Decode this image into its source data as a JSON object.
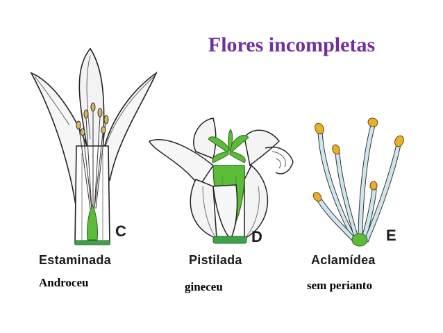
{
  "title": "Flores incompletas",
  "panels": [
    {
      "letter": "C",
      "caption": "Estaminada",
      "note": "Androceu"
    },
    {
      "letter": "D",
      "caption": "Pistilada",
      "note": "gineceu"
    },
    {
      "letter": "E",
      "caption": "Aclamídea",
      "note": "sem perianto"
    }
  ],
  "colors": {
    "title": "#7030a0",
    "pistil_green": "#5dbb3a",
    "anther_yellow": "#e8b02a",
    "filament_blue": "#cfe6ee"
  }
}
